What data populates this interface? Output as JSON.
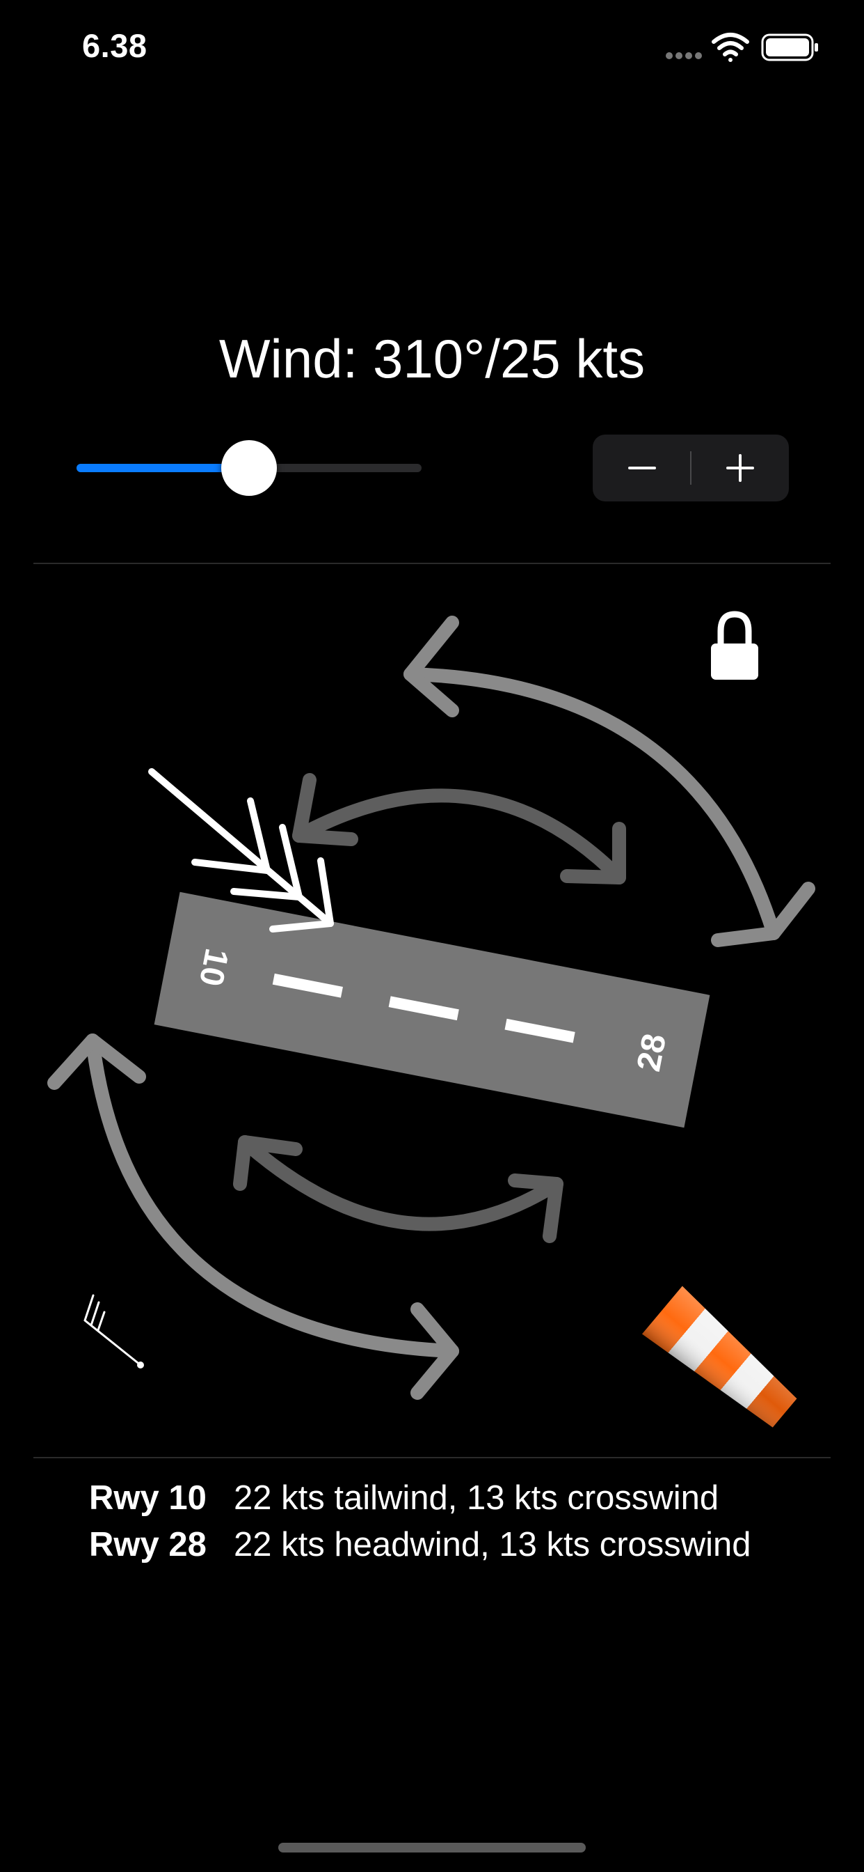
{
  "status": {
    "time": "6.38",
    "icons": [
      "signal-dots-icon",
      "wifi-icon",
      "battery-icon"
    ]
  },
  "wind": {
    "title": "Wind: 310°/25 kts"
  },
  "slider": {
    "value_fraction": 0.5,
    "fill_color": "#0a7cff"
  },
  "stepper": {
    "decrement_label": "−",
    "increment_label": "+"
  },
  "diagram": {
    "runway_start_label": "10",
    "runway_end_label": "28",
    "icons": [
      "rotate-arrows-icon",
      "wind-barb-arrow-icon",
      "lock-icon",
      "wind-barb-symbol-icon",
      "windsock-icon"
    ]
  },
  "results": [
    {
      "runway": "Rwy 10",
      "detail": "22 kts tailwind, 13 kts crosswind"
    },
    {
      "runway": "Rwy 28",
      "detail": "22 kts headwind, 13 kts crosswind"
    }
  ]
}
